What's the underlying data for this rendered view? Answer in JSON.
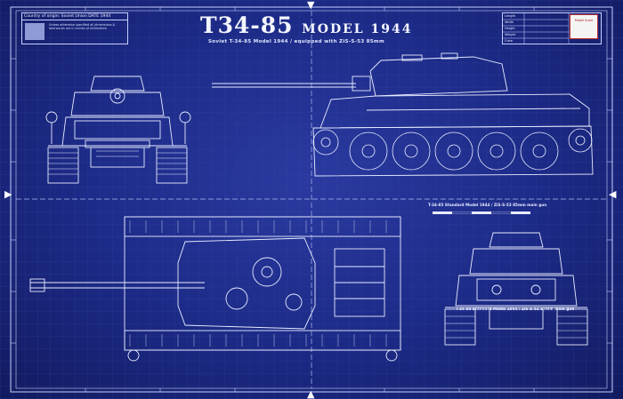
{
  "title": "T34-85",
  "title_suffix": "MODEL 1944",
  "subtitle": "Soviet T-34-85 Model 1944 / equipped with ZiS-S-53 85mm",
  "title_block_left": {
    "header": "Country of origin: Soviet Union   DATE 1944",
    "note": "Unless otherwise specified all dimensions & tolerances are in inches of millimeters"
  },
  "title_block_right": {
    "rows": [
      "Length",
      "Width",
      "Height",
      "Weight",
      "Crew"
    ],
    "stamp": "Model Scale"
  },
  "callouts": {
    "scale_label": "T-34-85 Standard Model 1944 / ZiS-S-53 85mm main gun",
    "rear_label": "T-34-85 Standard Model 1944 / ZiS-S-53 85mm main gun"
  },
  "colors": {
    "background": "#1c2a86",
    "line": "#e8ecff",
    "grid": "#3c4caa"
  },
  "icons": [
    "triangle-marker-icon"
  ]
}
